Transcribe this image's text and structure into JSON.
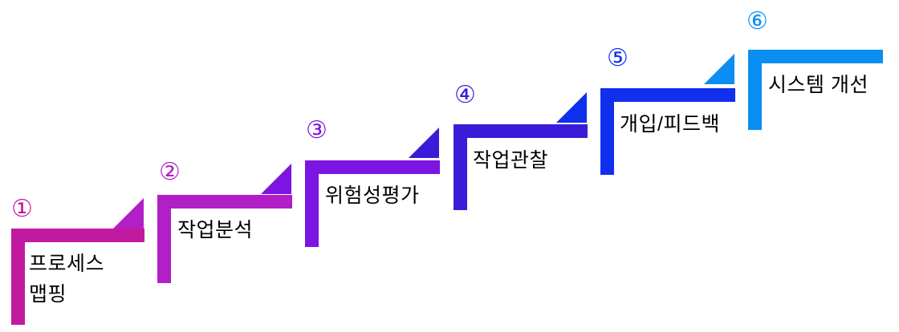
{
  "diagram": {
    "background": "#FFFFFF",
    "text_color": "#000000",
    "steps": [
      {
        "number": "①",
        "label": "프로세스 맵핑",
        "line1": "프로세스",
        "line2": "맵핑",
        "color": "#C01A9E"
      },
      {
        "number": "②",
        "label": "작업분석",
        "color": "#B21FC6"
      },
      {
        "number": "③",
        "label": "위험성평가",
        "color": "#7D14E2"
      },
      {
        "number": "④",
        "label": "작업관찰",
        "color": "#3A1CD8"
      },
      {
        "number": "⑤",
        "label": "개입/피드백",
        "color": "#1030EE"
      },
      {
        "number": "⑥",
        "label": "시스템 개선",
        "color": "#0B8EF2"
      }
    ],
    "connectors": [
      {
        "color": "#B21FC6"
      },
      {
        "color": "#7D14E2"
      },
      {
        "color": "#3A1CD8"
      },
      {
        "color": "#1030EE"
      },
      {
        "color": "#0B8EF2"
      }
    ]
  }
}
